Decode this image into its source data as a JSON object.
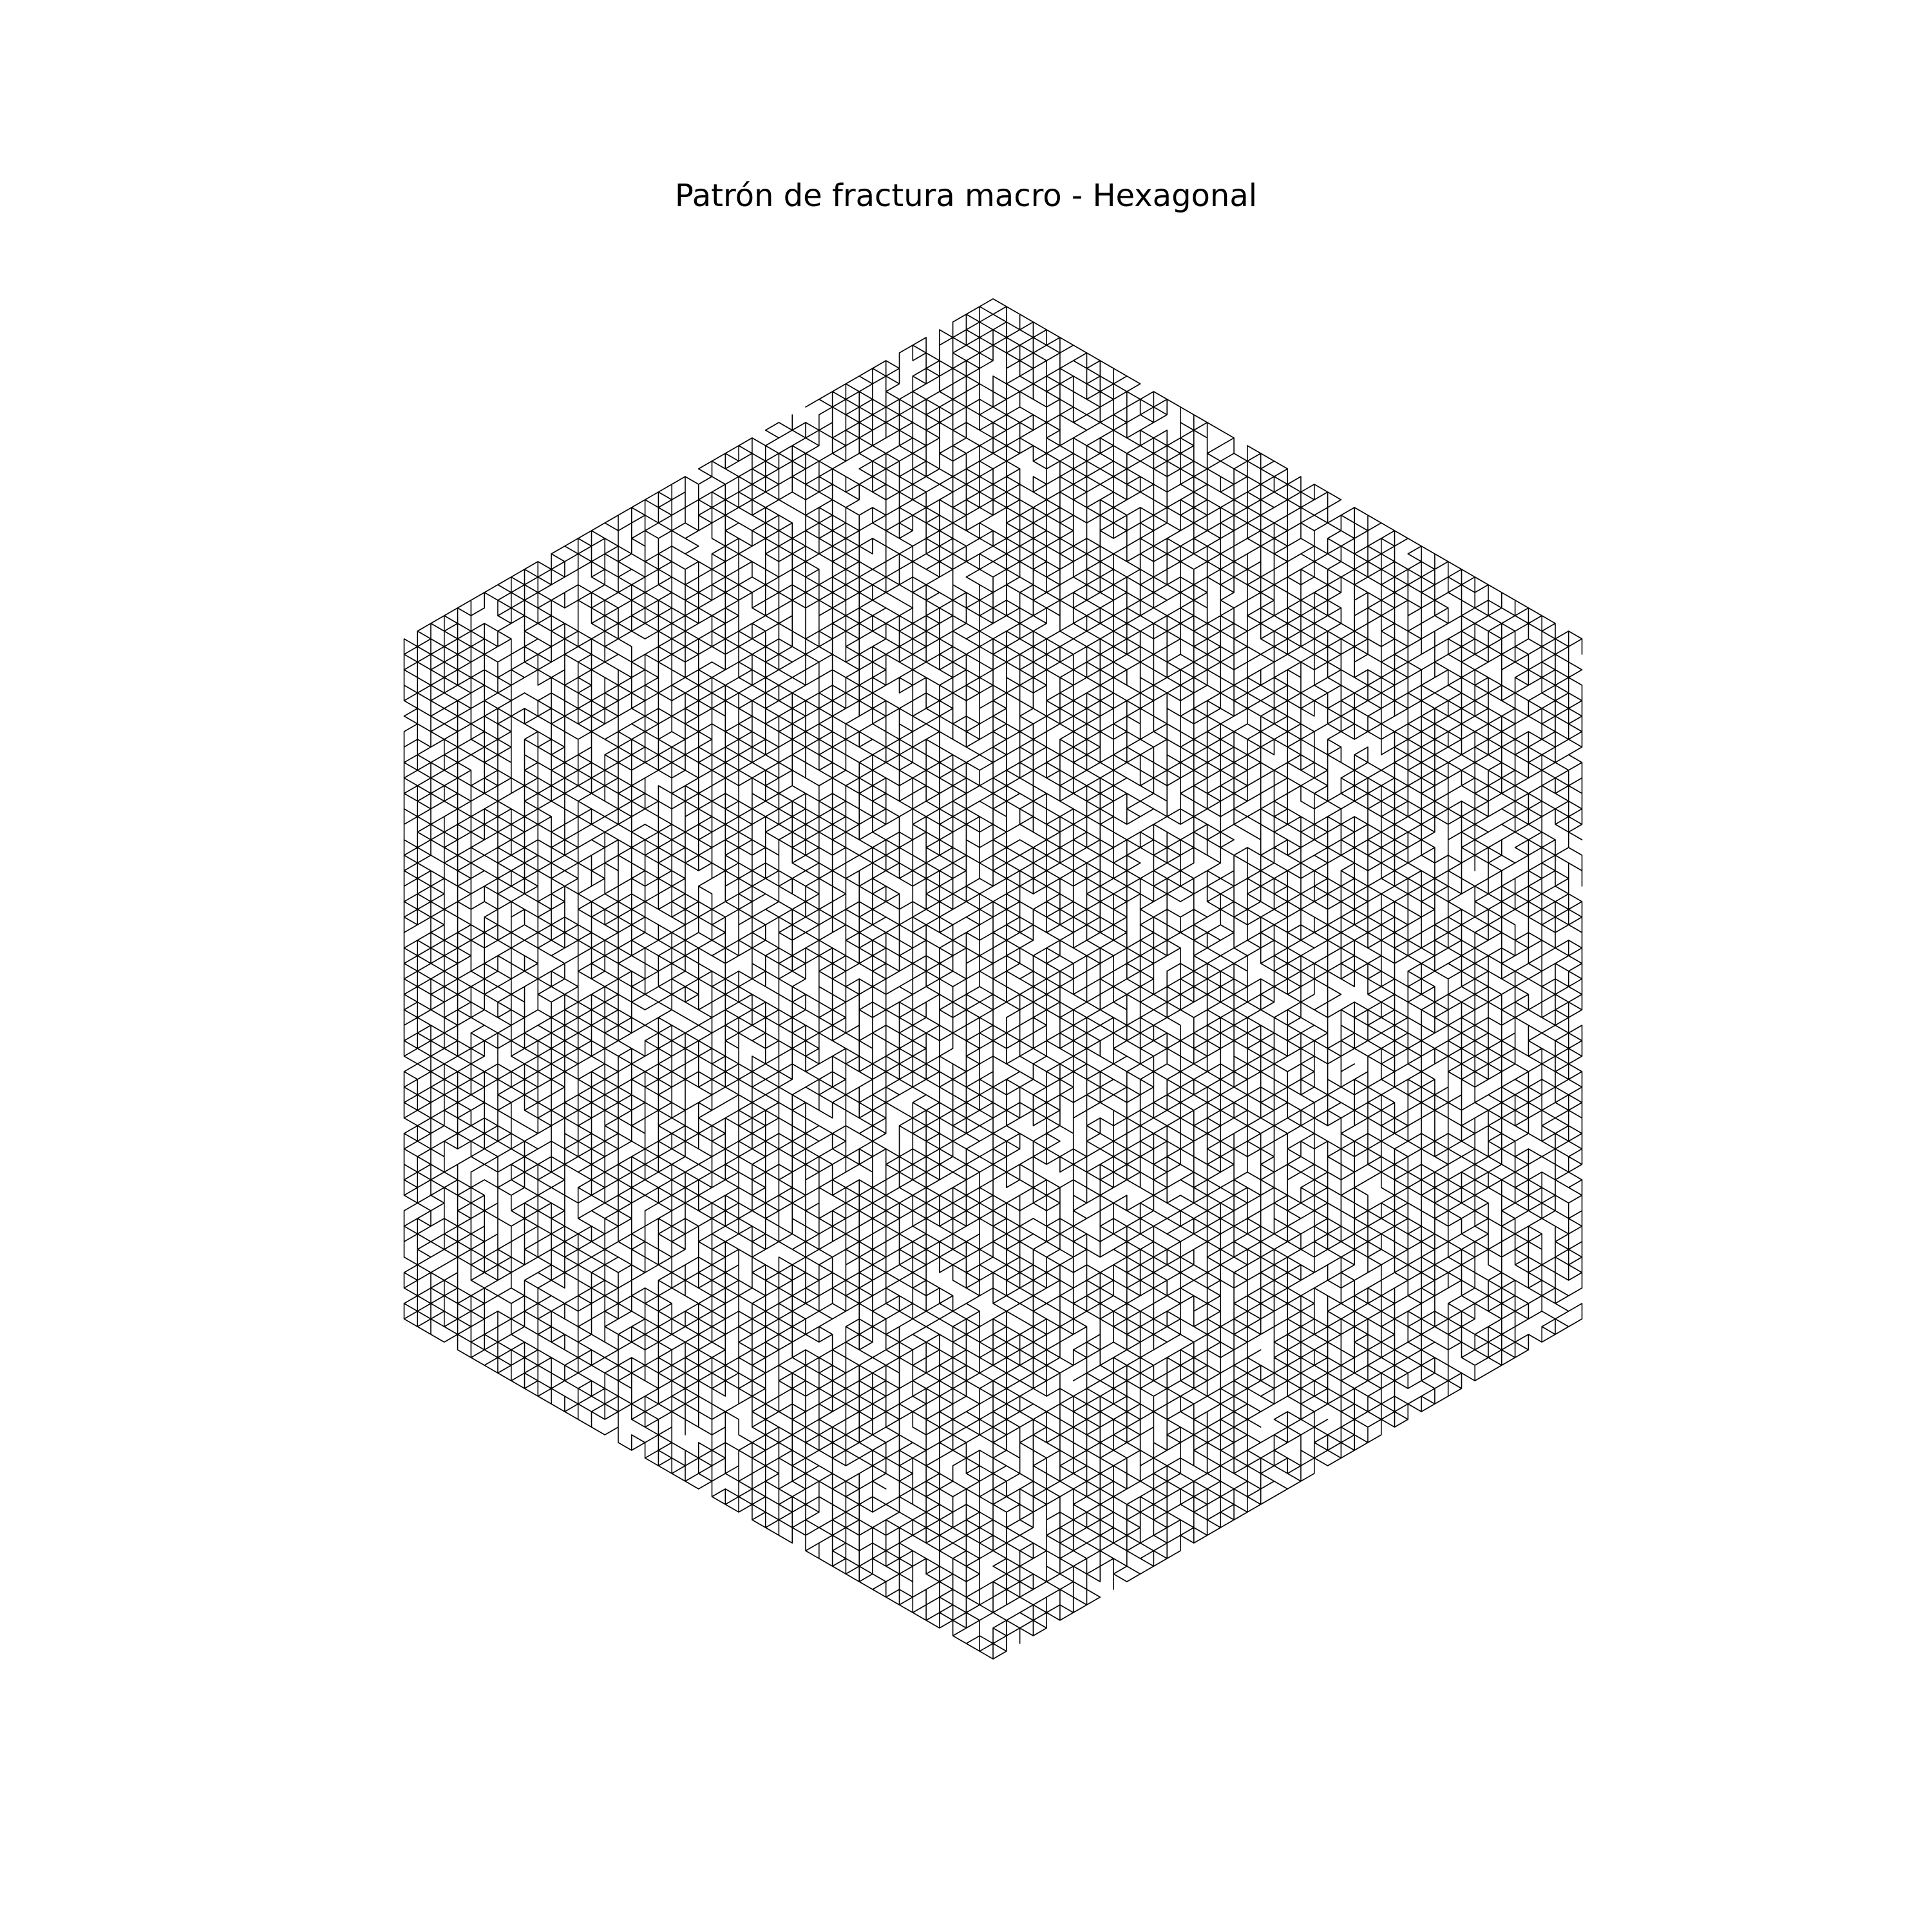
{
  "figure": {
    "title": "Patrón de fractura macro - Hexagonal"
  },
  "style": {
    "background": "#ffffff",
    "line_color": "#000000"
  },
  "mesh": {
    "shape": "hexagon",
    "cell": "triangle",
    "divisions_per_side": 44,
    "fracture_ratio": 0.2,
    "seed": 7
  }
}
